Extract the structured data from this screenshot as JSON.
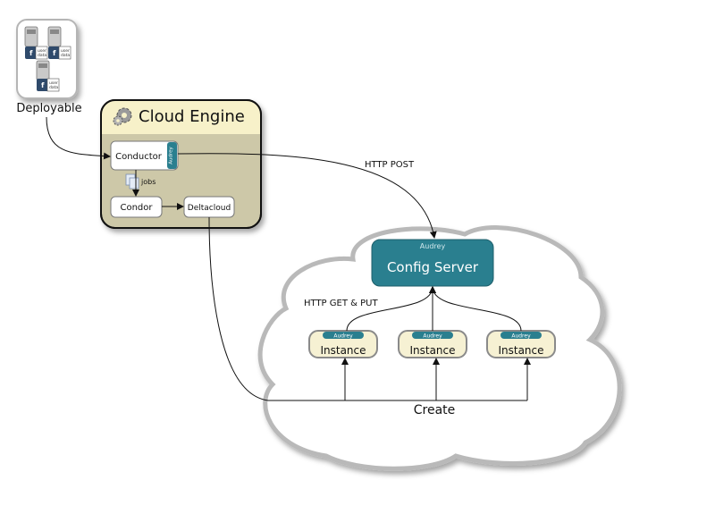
{
  "deployable": {
    "label": "Deployable",
    "user_data_line1": "user",
    "user_data_line2": "data"
  },
  "cloud_engine": {
    "title": "Cloud Engine",
    "conductor": "Conductor",
    "conductor_tag": "Audrey",
    "jobs": "jobs",
    "condor": "Condor",
    "deltacloud": "Deltacloud"
  },
  "config_server": {
    "tag": "Audrey",
    "title": "Config Server"
  },
  "instances": [
    {
      "tag": "Audrey",
      "label": "Instance"
    },
    {
      "tag": "Audrey",
      "label": "Instance"
    },
    {
      "tag": "Audrey",
      "label": "Instance"
    }
  ],
  "labels": {
    "http_post": "HTTP POST",
    "http_get_put": "HTTP GET & PUT",
    "create": "Create"
  },
  "colors": {
    "engine_header": "#f7f1c9",
    "engine_body": "#cdc8a8",
    "config_server": "#2a7f8f",
    "instance_fill": "#f6f1d3",
    "audrey_tag": "#2a7f8f",
    "cloud_stroke": "#b9b9b9",
    "line": "#111111"
  }
}
